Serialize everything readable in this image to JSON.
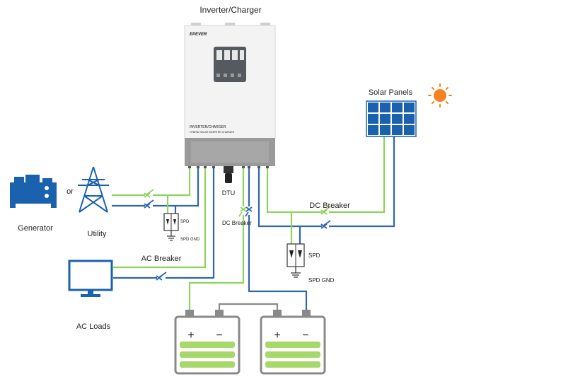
{
  "labels": {
    "inverter_title": "Inverter/Charger",
    "solar_panels": "Solar Panels",
    "dc_breaker_pv": "DC Breaker",
    "dc_breaker_batt": "DC Breaker",
    "ac_breaker": "AC Breaker",
    "generator": "Generator",
    "or": "or",
    "utility": "Utility",
    "ac_loads": "AC Loads",
    "dtu": "DTU",
    "spd_ac": "SPD",
    "spd_gnd_ac": "SPD GND",
    "spd_pv": "SPD",
    "spd_gnd_pv": "SPD GND",
    "panel_line1": "INVERTER/CHARGER",
    "panel_line2": "HYBRID SOLAR INVERTER CHARGER",
    "brand": "EPEVER",
    "batt1_plus": "+",
    "batt1_minus": "−",
    "batt2_plus": "+",
    "batt2_minus": "−"
  },
  "colors": {
    "green_wire": "#8fd35f",
    "blue_wire": "#2f66ad",
    "grey_wire": "#8a8a8a",
    "icon_blue": "#1a62ad",
    "battery_green": "#a6d96a",
    "sun": "#f5821f"
  },
  "icons": [
    "generator-icon",
    "utility-tower-icon",
    "ac-loads-monitor-icon",
    "solar-panel-icon",
    "sun-icon",
    "battery-icon",
    "spd-icon",
    "ground-icon",
    "breaker-icon"
  ]
}
